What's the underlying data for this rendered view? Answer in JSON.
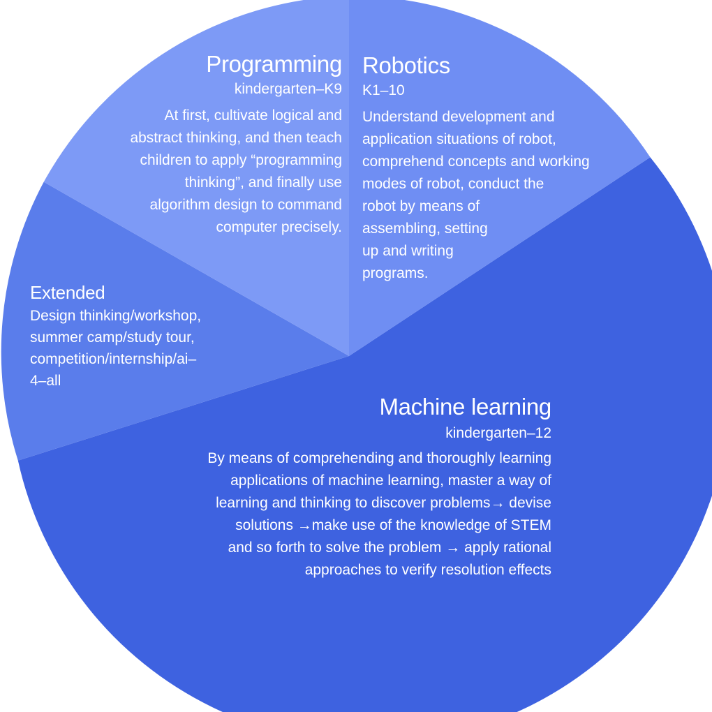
{
  "colors": {
    "programming": "#7D9AF6",
    "robotics": "#6F8EF3",
    "extended": "#5A7DEB",
    "machine_learning": "#3E62E0",
    "text": "#FFFFFF"
  },
  "segments": [
    {
      "id": "programming",
      "title": "Programming",
      "subtitle": "kindergarten–K9",
      "description": [
        "At first, cultivate logical and",
        "abstract thinking, and then teach",
        "children to apply “programming",
        "thinking”, and finally use",
        "algorithm design to command",
        "computer precisely."
      ]
    },
    {
      "id": "robotics",
      "title": "Robotics",
      "subtitle": "K1–10",
      "description": [
        "Understand development and",
        "application situations of robot,",
        "comprehend concepts and working",
        "modes of robot, conduct the",
        "robot by means of",
        "assembling, setting",
        "up and writing",
        "programs."
      ]
    },
    {
      "id": "extended",
      "title": "Extended",
      "description": [
        "Design thinking/workshop,",
        "summer camp/study tour,",
        "competition/internship/ai–",
        "4–all"
      ]
    },
    {
      "id": "machine_learning",
      "title": "Machine learning",
      "subtitle": "kindergarten–12",
      "description": [
        "By means of comprehending and thoroughly learning",
        "applications of machine learning, master a way of",
        "learning and thinking to discover problems→ devise",
        "solutions →make use of the knowledge of STEM",
        "and so forth to solve the problem → apply rational",
        "approaches to verify resolution effects"
      ]
    }
  ]
}
